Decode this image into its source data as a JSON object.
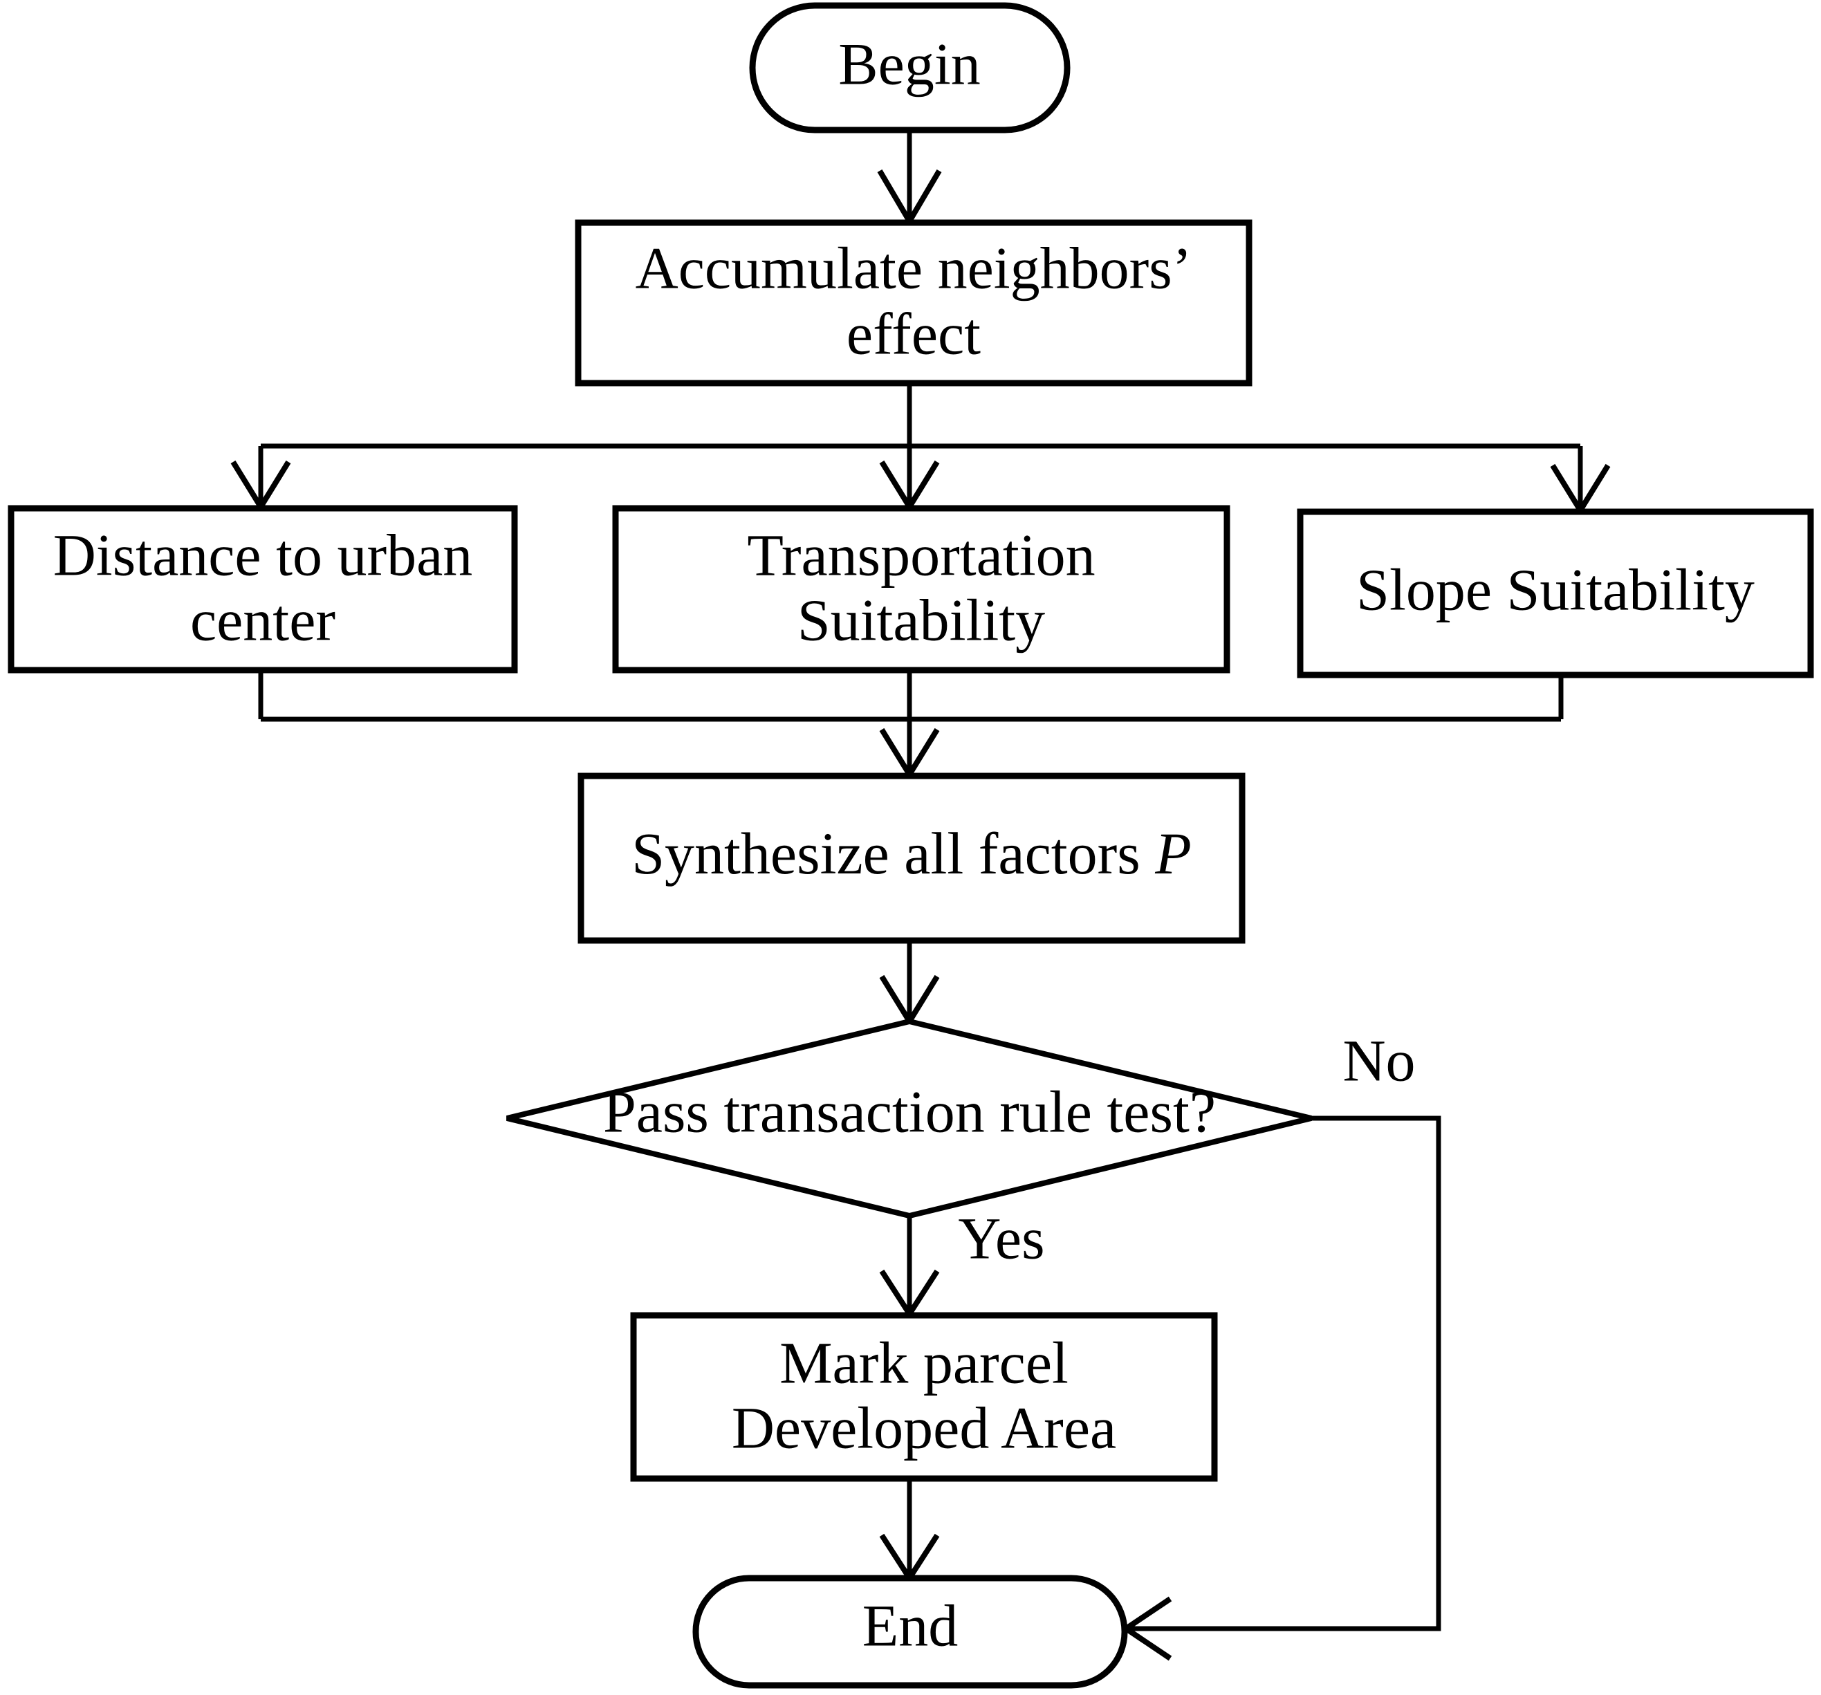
{
  "diagram": {
    "type": "flowchart",
    "title": "Cellular automata urban growth simulation flowchart",
    "background_color": "#ffffff",
    "line_color": "#000000",
    "text_color": "#000000",
    "nodes": [
      {
        "id": "begin",
        "shape": "terminator",
        "label": "Begin"
      },
      {
        "id": "accumulate",
        "shape": "process",
        "label_line1": "Accumulate neighbors’",
        "label_line2": "effect"
      },
      {
        "id": "distance",
        "shape": "process",
        "label_line1": "Distance to urban",
        "label_line2": "center"
      },
      {
        "id": "transportation",
        "shape": "process",
        "label_line1": "Transportation",
        "label_line2": "Suitability"
      },
      {
        "id": "slope",
        "shape": "process",
        "label_line1": "Slope Suitability",
        "label_line2": ""
      },
      {
        "id": "synthesize",
        "shape": "process",
        "label_prefix": "Synthesize all factors ",
        "label_variable": "P"
      },
      {
        "id": "decision",
        "shape": "decision",
        "label": "Pass transaction rule test?"
      },
      {
        "id": "mark",
        "shape": "process",
        "label_line1": "Mark parcel",
        "label_line2": "Developed Area"
      },
      {
        "id": "end",
        "shape": "terminator",
        "label": "End"
      }
    ],
    "edge_labels": {
      "yes": "Yes",
      "no": "No"
    },
    "edges": [
      {
        "from": "begin",
        "to": "accumulate",
        "label": ""
      },
      {
        "from": "accumulate",
        "to": "distance",
        "label": ""
      },
      {
        "from": "accumulate",
        "to": "transportation",
        "label": ""
      },
      {
        "from": "accumulate",
        "to": "slope",
        "label": ""
      },
      {
        "from": "distance",
        "to": "synthesize",
        "label": ""
      },
      {
        "from": "transportation",
        "to": "synthesize",
        "label": ""
      },
      {
        "from": "slope",
        "to": "synthesize",
        "label": ""
      },
      {
        "from": "synthesize",
        "to": "decision",
        "label": ""
      },
      {
        "from": "decision",
        "to": "mark",
        "label": "Yes"
      },
      {
        "from": "decision",
        "to": "end",
        "label": "No"
      },
      {
        "from": "mark",
        "to": "end",
        "label": ""
      }
    ]
  }
}
